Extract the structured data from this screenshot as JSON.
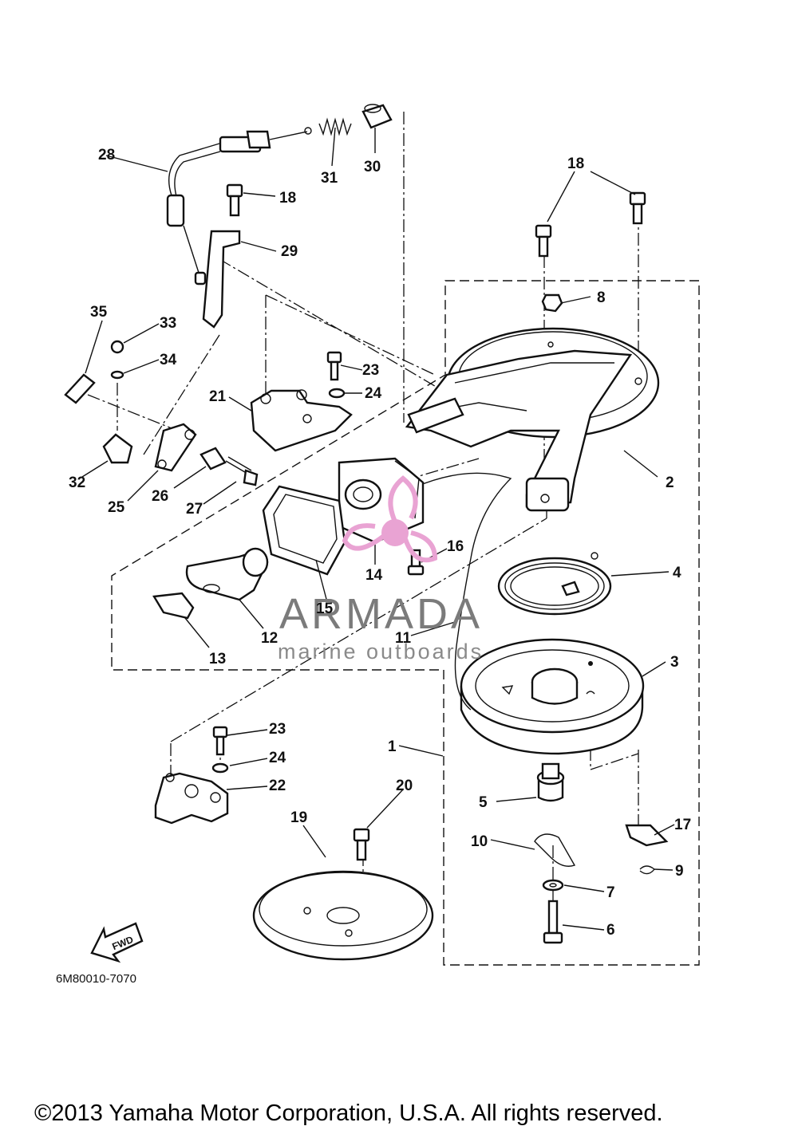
{
  "diagram": {
    "callouts": [
      {
        "id": "c1",
        "text": "1"
      },
      {
        "id": "c2",
        "text": "2"
      },
      {
        "id": "c3",
        "text": "3"
      },
      {
        "id": "c4",
        "text": "4"
      },
      {
        "id": "c5",
        "text": "5"
      },
      {
        "id": "c6",
        "text": "6"
      },
      {
        "id": "c7",
        "text": "7"
      },
      {
        "id": "c8",
        "text": "8"
      },
      {
        "id": "c9",
        "text": "9"
      },
      {
        "id": "c10",
        "text": "10"
      },
      {
        "id": "c11",
        "text": "11"
      },
      {
        "id": "c12",
        "text": "12"
      },
      {
        "id": "c13",
        "text": "13"
      },
      {
        "id": "c14",
        "text": "14"
      },
      {
        "id": "c15",
        "text": "15"
      },
      {
        "id": "c16",
        "text": "16"
      },
      {
        "id": "c17",
        "text": "17"
      },
      {
        "id": "c18a",
        "text": "18"
      },
      {
        "id": "c18b",
        "text": "18"
      },
      {
        "id": "c19",
        "text": "19"
      },
      {
        "id": "c20",
        "text": "20"
      },
      {
        "id": "c21",
        "text": "21"
      },
      {
        "id": "c22",
        "text": "22"
      },
      {
        "id": "c23a",
        "text": "23"
      },
      {
        "id": "c23b",
        "text": "23"
      },
      {
        "id": "c24a",
        "text": "24"
      },
      {
        "id": "c24b",
        "text": "24"
      },
      {
        "id": "c25",
        "text": "25"
      },
      {
        "id": "c26",
        "text": "26"
      },
      {
        "id": "c27",
        "text": "27"
      },
      {
        "id": "c28",
        "text": "28"
      },
      {
        "id": "c29",
        "text": "29"
      },
      {
        "id": "c30",
        "text": "30"
      },
      {
        "id": "c31",
        "text": "31"
      },
      {
        "id": "c32",
        "text": "32"
      },
      {
        "id": "c33",
        "text": "33"
      },
      {
        "id": "c34",
        "text": "34"
      },
      {
        "id": "c35",
        "text": "35"
      }
    ],
    "fwd_label": "FWD",
    "drawing_code": "6M80010-7070"
  },
  "watermark": {
    "brand": "ARMADA",
    "tagline": "marine outboards",
    "logo_color": "#e9a3d3"
  },
  "footer": {
    "copyright": "©2013 Yamaha Motor Corporation, U.S.A. All rights reserved."
  }
}
